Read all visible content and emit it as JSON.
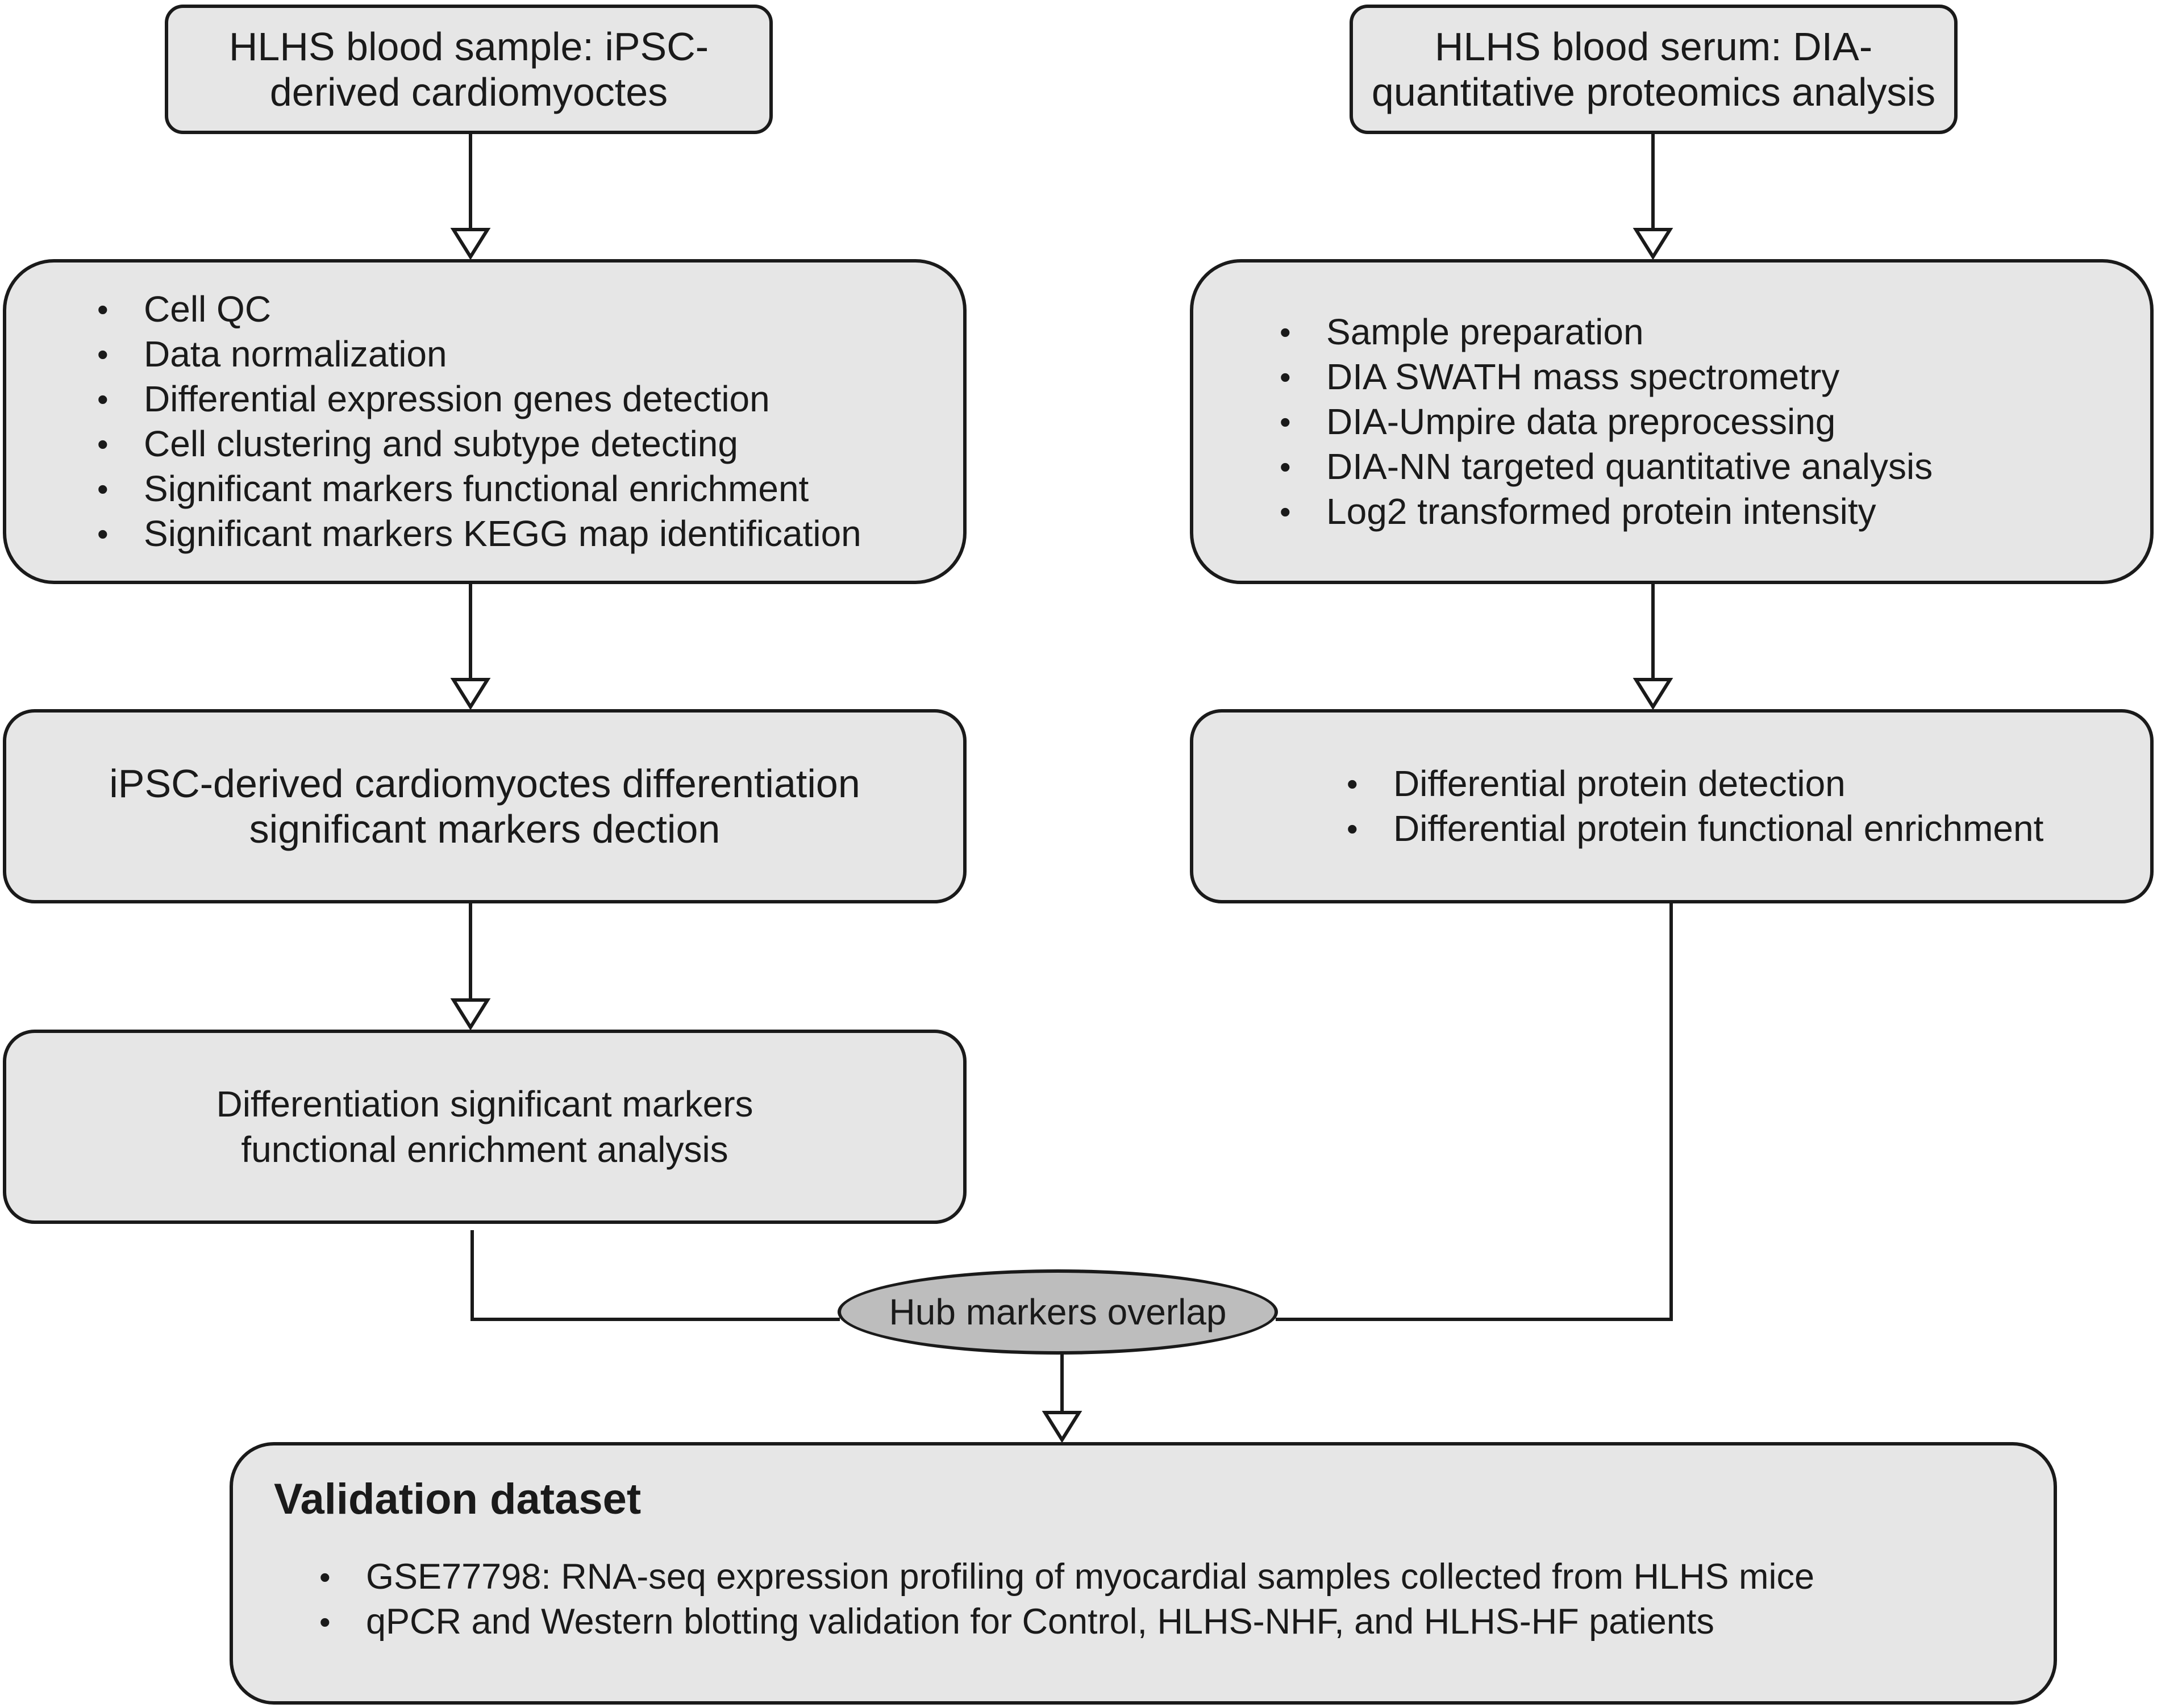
{
  "colors": {
    "box_fill": "#e6e6e6",
    "ellipse_fill": "#bdbdbd",
    "stroke": "#1a1a1a"
  },
  "left": {
    "source": [
      "HLHS blood sample: iPSC-",
      "derived cardiomyoctes"
    ],
    "steps": [
      "Cell QC",
      "Data normalization",
      "Differential expression genes detection",
      "Cell clustering and subtype detecting",
      "Significant markers functional enrichment",
      "Significant markers KEGG map identification"
    ],
    "markers": [
      "iPSC-derived cardiomyoctes differentiation",
      "significant markers dection"
    ],
    "enrichment": [
      "Differentiation significant markers",
      "functional enrichment analysis"
    ]
  },
  "right": {
    "source": [
      "HLHS blood serum: DIA-",
      "quantitative proteomics analysis"
    ],
    "steps": [
      "Sample preparation",
      "DIA SWATH mass spectrometry",
      "DIA-Umpire data preprocessing",
      "DIA-NN targeted quantitative analysis",
      "Log2 transformed protein intensity"
    ],
    "protein_steps": [
      "Differential protein detection",
      "Differential protein functional enrichment"
    ]
  },
  "overlap": {
    "label": "Hub markers overlap"
  },
  "validation": {
    "title": "Validation dataset",
    "items": [
      "GSE77798: RNA-seq expression profiling of myocardial samples collected from HLHS mice",
      "qPCR and  Western blotting validation for Control, HLHS-NHF, and HLHS-HF patients"
    ]
  }
}
